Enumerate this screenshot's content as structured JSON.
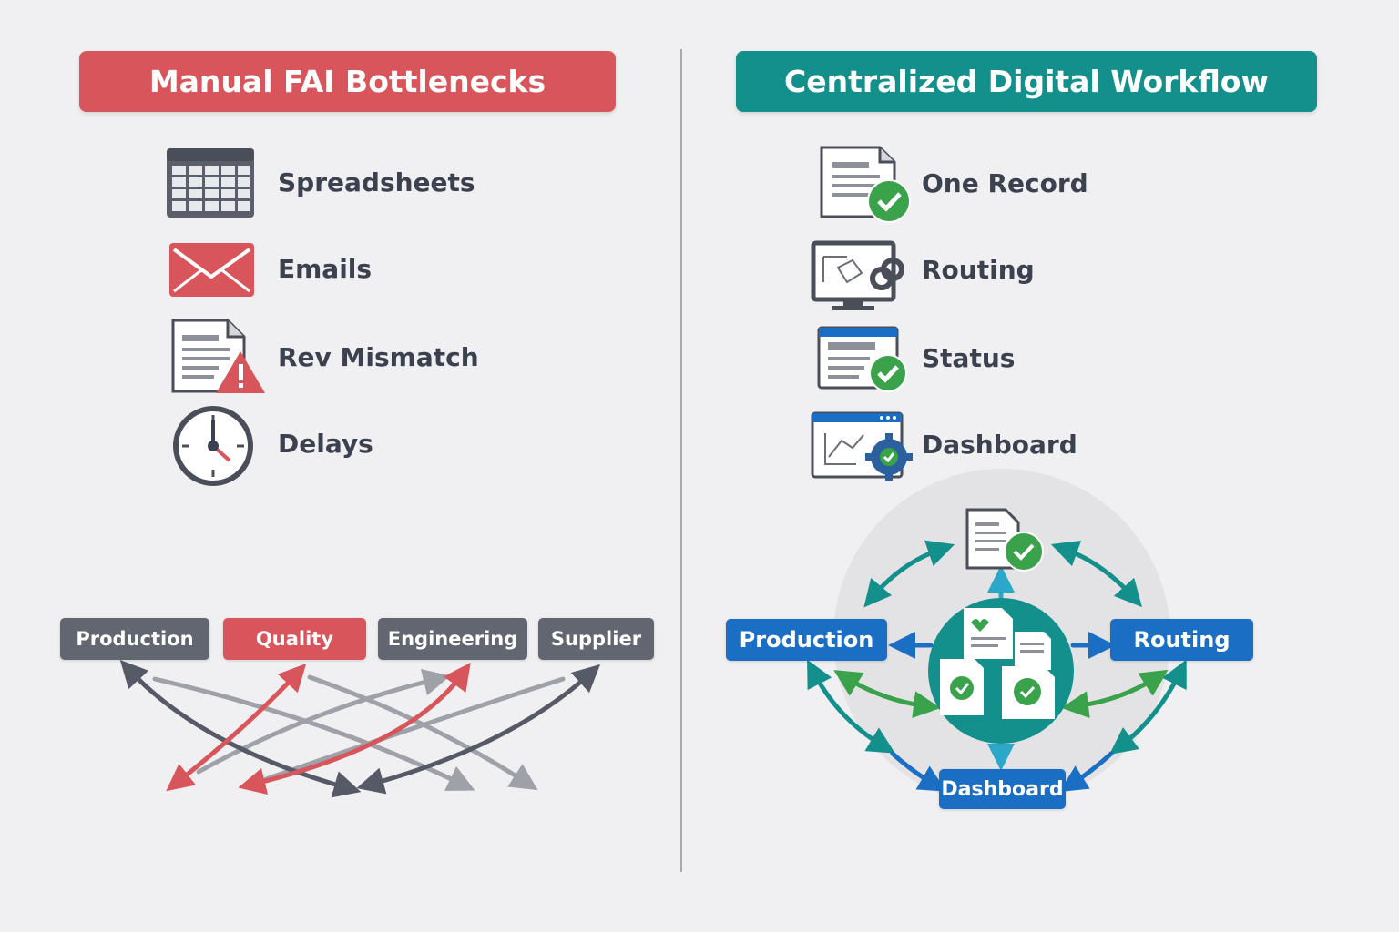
{
  "left": {
    "title": "Manual FAI Bottlenecks",
    "items": [
      {
        "label": "Spreadsheets",
        "icon": "spreadsheet-icon"
      },
      {
        "label": "Emails",
        "icon": "envelope-icon"
      },
      {
        "label": "Rev Mismatch",
        "icon": "document-warning-icon"
      },
      {
        "label": "Delays",
        "icon": "clock-icon"
      }
    ],
    "departments": [
      "Production",
      "Quality",
      "Engineering",
      "Supplier"
    ]
  },
  "right": {
    "title": "Centralized Digital Workflow",
    "items": [
      {
        "label": "One Record",
        "icon": "document-check-icon"
      },
      {
        "label": "Routing",
        "icon": "monitor-link-icon"
      },
      {
        "label": "Status",
        "icon": "window-check-icon"
      },
      {
        "label": "Dashboard",
        "icon": "dashboard-gear-icon"
      }
    ],
    "hub": {
      "left_node": "Production",
      "right_node": "Routing",
      "bottom_node": "Dashboard"
    }
  },
  "colors": {
    "red": "#d7555b",
    "teal": "#13908c",
    "blue": "#1a6fc4",
    "gray": "#626670",
    "green": "#3aa24a"
  }
}
